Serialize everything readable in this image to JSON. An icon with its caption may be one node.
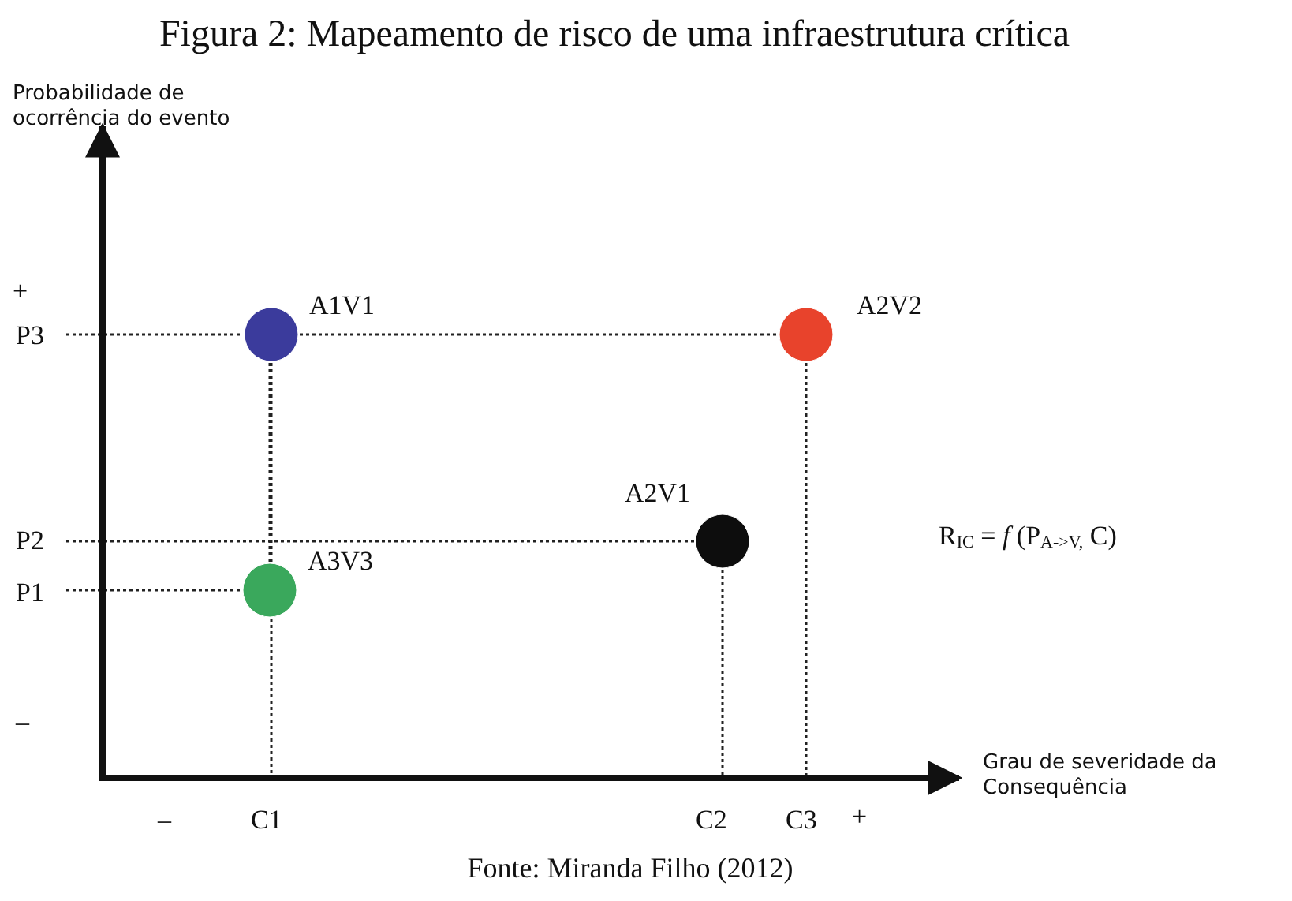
{
  "diagram": {
    "title": "Figura 2: Mapeamento de risco de uma infraestrutura crítica",
    "caption": "Fonte: Miranda Filho (2012)",
    "nodes": [
      {
        "text": [],
        "shape": "circle",
        "beside": [
          "A1V1"
        ]
      },
      {
        "text": [],
        "shape": "circle",
        "beside": [
          "A2V2"
        ]
      },
      {
        "text": [],
        "shape": "circle",
        "beside": [
          "A2V1"
        ]
      },
      {
        "text": [],
        "shape": "circle",
        "beside": [
          "A3V3"
        ]
      }
    ],
    "edges": [],
    "labels": [
      "Probabilidade de ocorrência do evento",
      "+",
      "P3",
      "P2",
      "R$_{IC}$ = *f* (P$_{A->V,}$ C)",
      "P1",
      "–",
      "Grau de severidade da Consequência",
      "–",
      "C1",
      "C2",
      "C3",
      "+"
    ]
  }
}
